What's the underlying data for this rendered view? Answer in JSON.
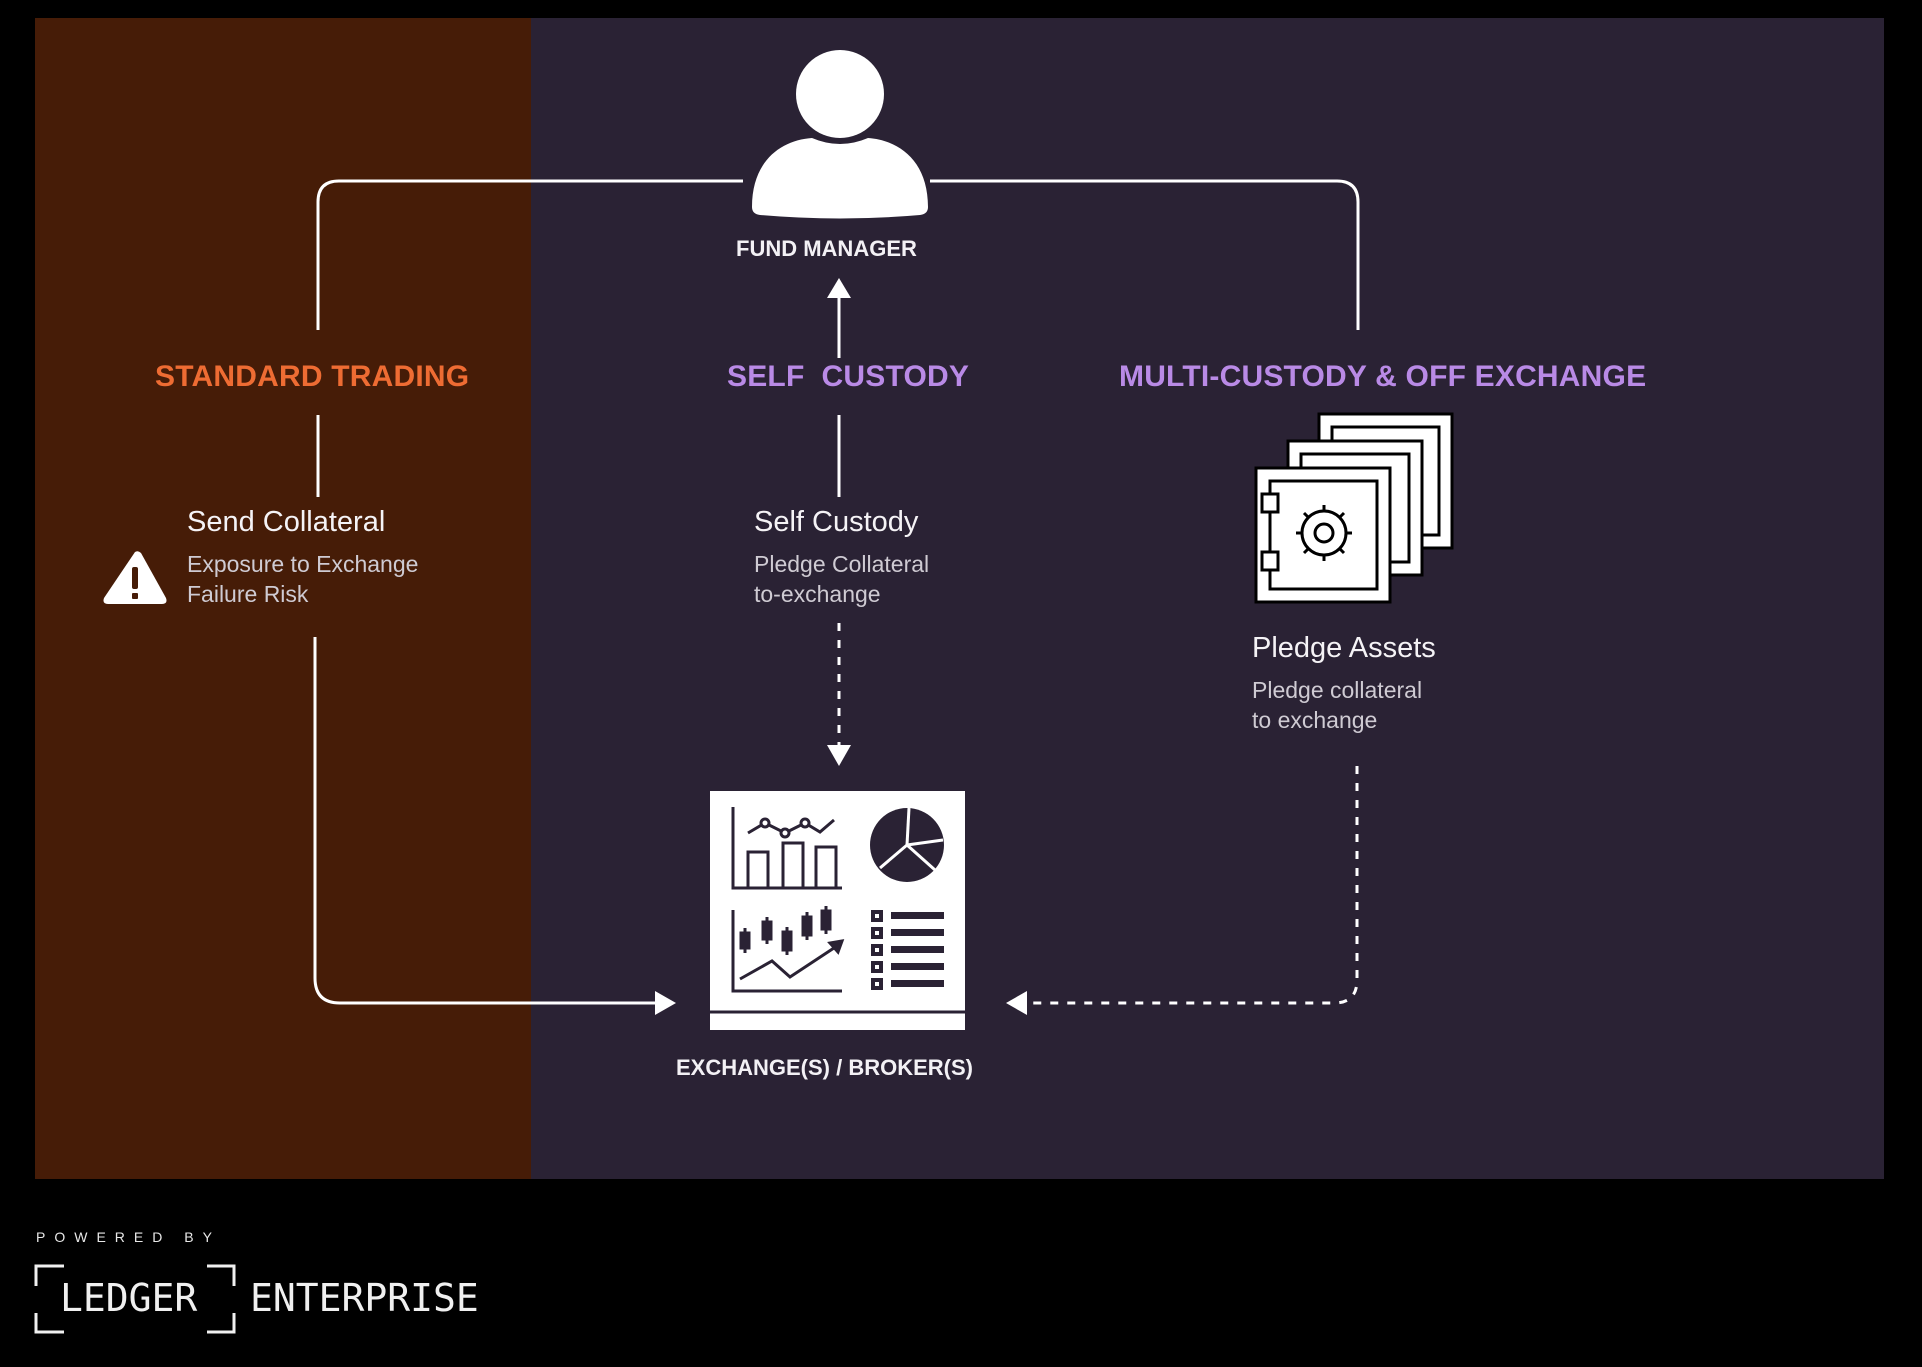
{
  "colors": {
    "background": "#000000",
    "standard_panel": "#461c07",
    "main_panel": "#2a2234",
    "standard_accent": "#ee6c33",
    "custody_accent": "#b98ae6",
    "line": "#ffffff"
  },
  "nodes": {
    "fund_manager": {
      "label": "FUND MANAGER",
      "icon": "person-icon"
    },
    "exchange": {
      "label": "EXCHANGE(S) / BROKER(S)",
      "icon": "dashboard-icon"
    }
  },
  "columns": [
    {
      "heading": "STANDARD TRADING",
      "step_title": "Send Collateral",
      "step_lines": [
        "Exposure to Exchange",
        "Failure Risk"
      ],
      "icon": "warning-icon",
      "flow": "solid"
    },
    {
      "heading": "SELF  CUSTODY",
      "step_title": "Self Custody",
      "step_lines": [
        "Pledge Collateral",
        "to-exchange"
      ],
      "flow": "dashed"
    },
    {
      "heading": "MULTI-CUSTODY & OFF EXCHANGE",
      "step_title": "Pledge Assets",
      "step_lines": [
        "Pledge collateral",
        "to exchange"
      ],
      "icon": "safe-stack-icon",
      "flow": "dashed"
    }
  ],
  "footer": {
    "powered_by": "POWERED BY",
    "brand": "LEDGER",
    "product": "ENTERPRISE"
  }
}
